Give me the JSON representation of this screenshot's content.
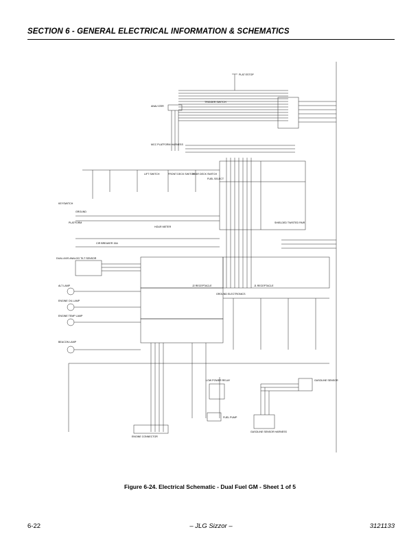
{
  "header": {
    "section_title": "SECTION 6 - GENERAL ELECTRICAL INFORMATION & SCHEMATICS"
  },
  "schematic": {
    "labels": {
      "plat_estop": "PLAT ESTOP",
      "analyzer": "ANALYZER",
      "trigger_switch": "TRIGGER SWITCH",
      "mcc_harness": "MCC PLATFORM HARNESS",
      "keyswitch": "KEYSWITCH",
      "ground": "GROUND",
      "platform": "PLATFORM",
      "lift_switch": "LIFT SWITCH",
      "front_deck_switch": "FRONT DECK SWITCH",
      "rear_deck_switch": "REAR DECK SWITCH",
      "fuel_select": "FUEL SELECT",
      "hour_meter": "HOUR METER",
      "circuit_breaker": "CIR BREAKER 15A",
      "dual_axis_tilt": "DUAL AXIS ANALOG TILT SENSOR",
      "alt_lamp": "ALT LAMP",
      "engine_oil_lamp": "ENGINE OIL LAMP",
      "engine_temp_lamp": "ENGINE TEMP LAMP",
      "beacon_lamp": "BEACON LAMP",
      "j2_receptacle": "J2 RECEPTACLE",
      "j1_receptacle": "J1 RECEPTACLE",
      "ground_electronics": "GROUND ELECTRONICS",
      "shielded_twisted_pair": "SHIELDED TWISTED PAIR",
      "gasoline_sensor": "GASOLINE SENSOR",
      "gasoline_sensor_harness": "GASOLINE SENSOR HARNESS",
      "low_power_relay": "LOW POWER RELAY",
      "fuel_pump": "FUEL PUMP",
      "engine_connector": "ENGINE CONNECTOR"
    }
  },
  "caption": "Figure 6-24.  Electrical Schematic - Dual Fuel GM - Sheet 1 of 5",
  "footer": {
    "page_number": "6-22",
    "center": "– JLG Sizzor –",
    "doc_number": "3121133"
  }
}
